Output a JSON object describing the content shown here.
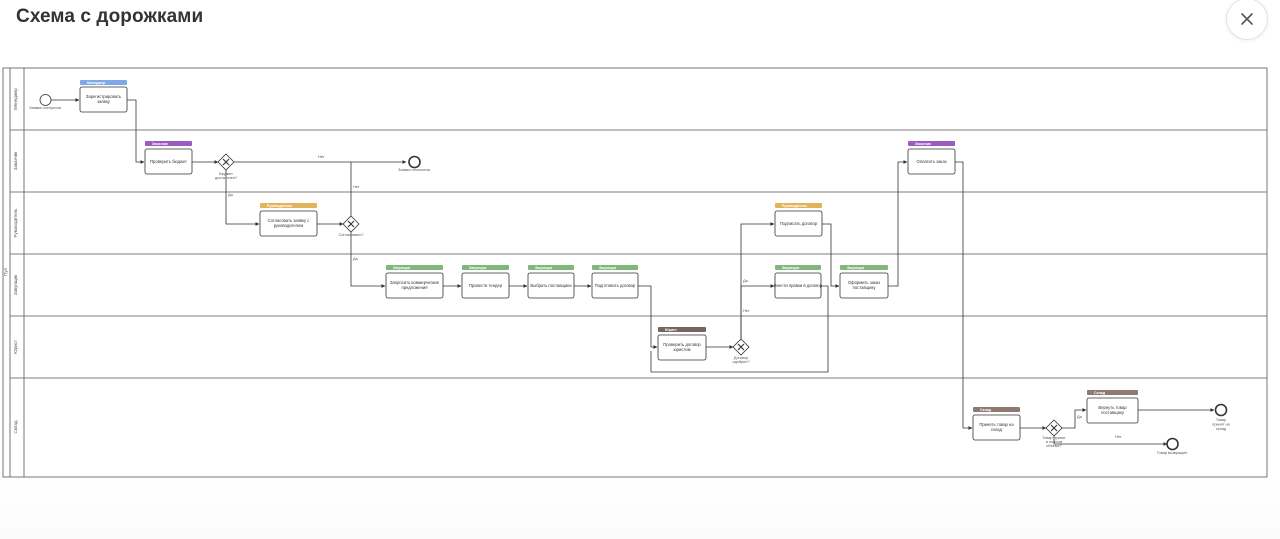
{
  "page": {
    "title": "Схема с дорожками"
  },
  "colors": {
    "manager": "#7fa8e8",
    "requester": "#9a5cc0",
    "director": "#e3b35c",
    "purchaser": "#7fb87a",
    "lawyer": "#786560",
    "warehouse": "#8e7a70"
  },
  "pool": {
    "label": "Пул"
  },
  "lanes": [
    {
      "label": "Менеджер"
    },
    {
      "label": "Заказчик"
    },
    {
      "label": "Руководитель"
    },
    {
      "label": "Закупщик"
    },
    {
      "label": "Юрист"
    },
    {
      "label": "Склад"
    }
  ],
  "tasks": [
    {
      "id": "t1",
      "role": "Менеджер",
      "color": "#7fa8e8",
      "text": [
        "Зарегистрировать",
        "заявку"
      ]
    },
    {
      "id": "t2",
      "role": "Заказчик",
      "color": "#9a5cc0",
      "text": [
        "Проверить бюджет"
      ]
    },
    {
      "id": "t3",
      "role": "Руководитель",
      "color": "#e3b35c",
      "text": [
        "Согласовать заявку с",
        "руководителем"
      ]
    },
    {
      "id": "t4",
      "role": "Закупщик",
      "color": "#7fb87a",
      "text": [
        "Запросить коммерческие",
        "предложения"
      ]
    },
    {
      "id": "t5",
      "role": "Закупщик",
      "color": "#7fb87a",
      "text": [
        "Провести тендер"
      ]
    },
    {
      "id": "t6",
      "role": "Закупщик",
      "color": "#7fb87a",
      "text": [
        "Выбрать поставщика"
      ]
    },
    {
      "id": "t7",
      "role": "Закупщик",
      "color": "#7fb87a",
      "text": [
        "Подготовить договор"
      ]
    },
    {
      "id": "t8",
      "role": "Юрист",
      "color": "#786560",
      "text": [
        "Проверить договор",
        "юристом"
      ]
    },
    {
      "id": "t9",
      "role": "Руководитель",
      "color": "#e3b35c",
      "text": [
        "Подписать договор"
      ]
    },
    {
      "id": "t10",
      "role": "Закупщик",
      "color": "#7fb87a",
      "text": [
        "Внести правки в договор"
      ]
    },
    {
      "id": "t11",
      "role": "Закупщик",
      "color": "#7fb87a",
      "text": [
        "Оформить заказ",
        "поставщику"
      ]
    },
    {
      "id": "t12",
      "role": "Заказчик",
      "color": "#9a5cc0",
      "text": [
        "Оплатить заказ"
      ]
    },
    {
      "id": "t13",
      "role": "Склад",
      "color": "#8e7a70",
      "text": [
        "Принять товар на",
        "склад"
      ]
    },
    {
      "id": "t14",
      "role": "Склад",
      "color": "#8e7a70",
      "text": [
        "Вернуть товар",
        "поставщику"
      ]
    }
  ],
  "gateways": [
    {
      "id": "g1",
      "label": [
        "Бюджет",
        "достаточен?"
      ]
    },
    {
      "id": "g2",
      "label": [
        "Согласовано?"
      ]
    },
    {
      "id": "g3",
      "label": [
        "Договор",
        "одобрен?"
      ]
    },
    {
      "id": "g4",
      "label": [
        "Товар принят",
        "в полном",
        "объеме?"
      ]
    }
  ],
  "events": [
    {
      "id": "e1",
      "label": [
        "Заявка поступила"
      ]
    },
    {
      "id": "e2",
      "label": [
        "Заявка отклонена"
      ]
    },
    {
      "id": "e3",
      "label": [
        "Товар",
        "принят на",
        "склад"
      ]
    },
    {
      "id": "e4",
      "label": [
        "Товар возвращен"
      ]
    }
  ],
  "flow_labels": {
    "yes": "Да",
    "no": "Нет"
  }
}
